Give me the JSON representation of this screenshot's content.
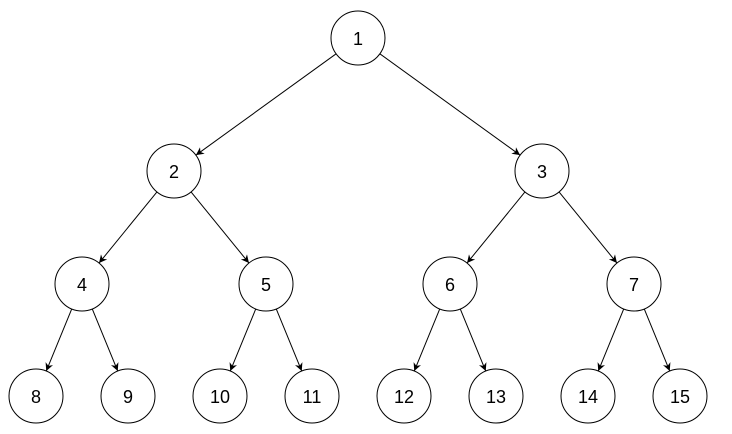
{
  "diagram": {
    "type": "binary-tree",
    "nodes": [
      {
        "id": "1",
        "label": "1"
      },
      {
        "id": "2",
        "label": "2"
      },
      {
        "id": "3",
        "label": "3"
      },
      {
        "id": "4",
        "label": "4"
      },
      {
        "id": "5",
        "label": "5"
      },
      {
        "id": "6",
        "label": "6"
      },
      {
        "id": "7",
        "label": "7"
      },
      {
        "id": "8",
        "label": "8"
      },
      {
        "id": "9",
        "label": "9"
      },
      {
        "id": "10",
        "label": "10"
      },
      {
        "id": "11",
        "label": "11"
      },
      {
        "id": "12",
        "label": "12"
      },
      {
        "id": "13",
        "label": "13"
      },
      {
        "id": "14",
        "label": "14"
      },
      {
        "id": "15",
        "label": "15"
      }
    ],
    "edges": [
      {
        "from": "1",
        "to": "2"
      },
      {
        "from": "1",
        "to": "3"
      },
      {
        "from": "2",
        "to": "4"
      },
      {
        "from": "2",
        "to": "5"
      },
      {
        "from": "3",
        "to": "6"
      },
      {
        "from": "3",
        "to": "7"
      },
      {
        "from": "4",
        "to": "8"
      },
      {
        "from": "4",
        "to": "9"
      },
      {
        "from": "5",
        "to": "10"
      },
      {
        "from": "5",
        "to": "11"
      },
      {
        "from": "6",
        "to": "12"
      },
      {
        "from": "6",
        "to": "13"
      },
      {
        "from": "7",
        "to": "14"
      },
      {
        "from": "7",
        "to": "15"
      }
    ],
    "colors": {
      "node_fill": "#ffffff",
      "stroke": "#000000",
      "text": "#000000"
    }
  }
}
